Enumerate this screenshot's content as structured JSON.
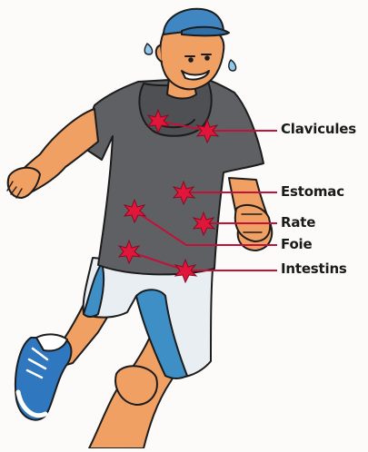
{
  "labels": {
    "clavicules": "Clavicules",
    "estomac": "Estomac",
    "rate": "Rate",
    "foie": "Foie",
    "intestins": "Intestins"
  },
  "colors": {
    "accent": "#c1123a",
    "star": "#e0163a",
    "label_text": "#1a1a1a",
    "shirt": "#5e6064",
    "skin": "#f0a062",
    "shorts": "#e9eef2",
    "shorts_trim": "#3f8fc7",
    "cap": "#3f86c2",
    "shoe": "#2f78c0"
  },
  "icons": {
    "pain_marker": "burst-star-icon"
  }
}
